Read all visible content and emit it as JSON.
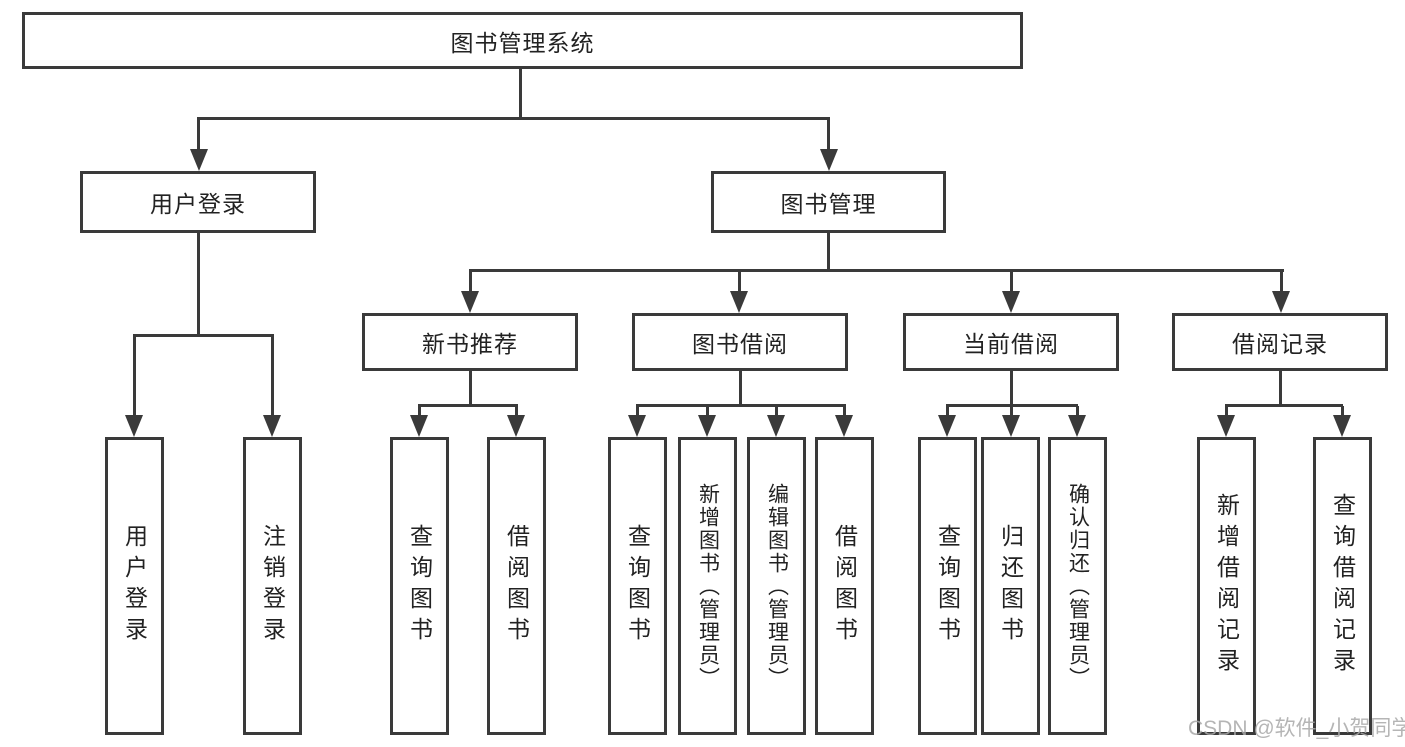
{
  "diagram": {
    "title": "图书管理系统",
    "modules": [
      {
        "label": "用户登录",
        "children": [
          {
            "label": "用户登录"
          },
          {
            "label": "注销登录"
          }
        ]
      },
      {
        "label": "图书管理",
        "submodules": [
          {
            "label": "新书推荐",
            "children": [
              {
                "label": "查询图书"
              },
              {
                "label": "借阅图书"
              }
            ]
          },
          {
            "label": "图书借阅",
            "children": [
              {
                "label": "查询图书"
              },
              {
                "label": "新增图书（管理员）"
              },
              {
                "label": "编辑图书（管理员）"
              },
              {
                "label": "借阅图书"
              }
            ]
          },
          {
            "label": "当前借阅",
            "children": [
              {
                "label": "查询图书"
              },
              {
                "label": "归还图书"
              },
              {
                "label": "确认归还（管理员）"
              }
            ]
          },
          {
            "label": "借阅记录",
            "children": [
              {
                "label": "新增借阅记录"
              },
              {
                "label": "查询借阅记录"
              }
            ]
          }
        ]
      }
    ]
  },
  "watermark": {
    "text": "CSDN @软件_小贺同学"
  },
  "colors": {
    "line": "#3a3a3a",
    "text": "#222222",
    "background": "#ffffff",
    "watermark": "#a9a9a9"
  }
}
